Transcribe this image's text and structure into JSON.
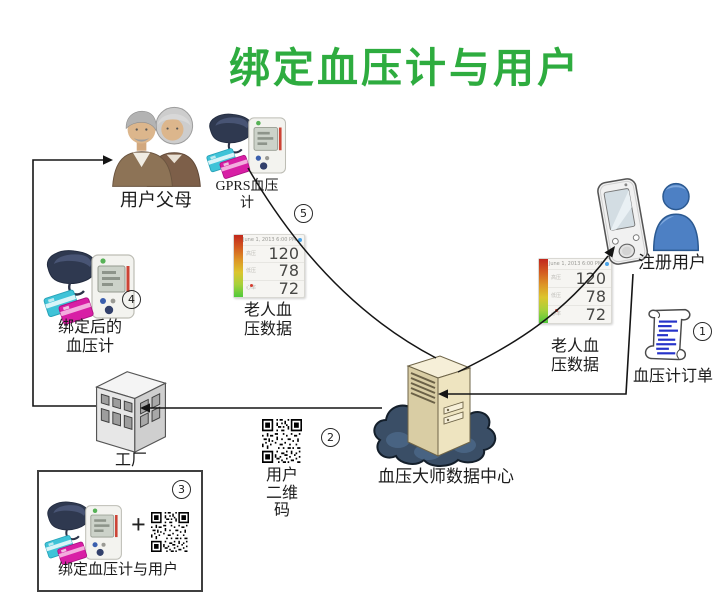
{
  "title": {
    "text": "绑定血压计与用户",
    "color": "#2eac3f"
  },
  "steps": {
    "s1": "1",
    "s2": "2",
    "s3": "3",
    "s4": "4",
    "s5": "5"
  },
  "nodes": {
    "parents": {
      "label": "用户父母"
    },
    "gprs_device": {
      "line1": "GPRS血压",
      "line2": "计"
    },
    "elder_bp_left": {
      "line1": "老人血",
      "line2": "压数据"
    },
    "elder_bp_right": {
      "line1": "老人血",
      "line2": "压数据"
    },
    "bound_device": {
      "line1": "绑定后的",
      "line2": "血压计"
    },
    "factory": {
      "label": "工厂"
    },
    "user_qr": {
      "line1": "用户",
      "line2": "二维",
      "line3": "码"
    },
    "data_center": {
      "label": "血压大师数据中心"
    },
    "registered_user": {
      "label": "注册用户"
    },
    "order": {
      "label": "血压计订单"
    },
    "binding_box": {
      "plus": "+",
      "label": "绑定血压计与用户"
    }
  },
  "bp_reading": {
    "timestamp": "June 1, 2013 6:00 PM",
    "rows": [
      {
        "label": "高压",
        "value": "120"
      },
      {
        "label": "低压",
        "value": "78"
      },
      {
        "label": "心率",
        "value": "72"
      }
    ]
  }
}
